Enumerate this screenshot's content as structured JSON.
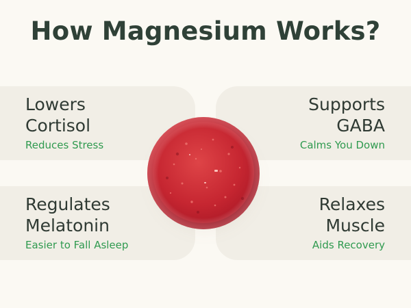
{
  "title": "How Magnesium Works?",
  "cards": {
    "top_left": {
      "head1": "Lowers",
      "head2": "Cortisol",
      "sub": "Reduces Stress"
    },
    "top_right": {
      "head1": "Supports",
      "head2": "GABA",
      "sub": "Calms You Down"
    },
    "bottom_left": {
      "head1": "Regulates",
      "head2": "Melatonin",
      "sub": "Easier to Fall Asleep"
    },
    "bottom_right": {
      "head1": "Relaxes",
      "head2": "Muscle",
      "sub": "Aids Recovery"
    }
  },
  "colors": {
    "background": "#fbf9f3",
    "card": "#f1eee6",
    "title": "#2f4137",
    "accent_green": "#2f9a4f",
    "gummy_red": "#c41f2a"
  },
  "image": {
    "gummy": "red-magnesium-gummy"
  }
}
